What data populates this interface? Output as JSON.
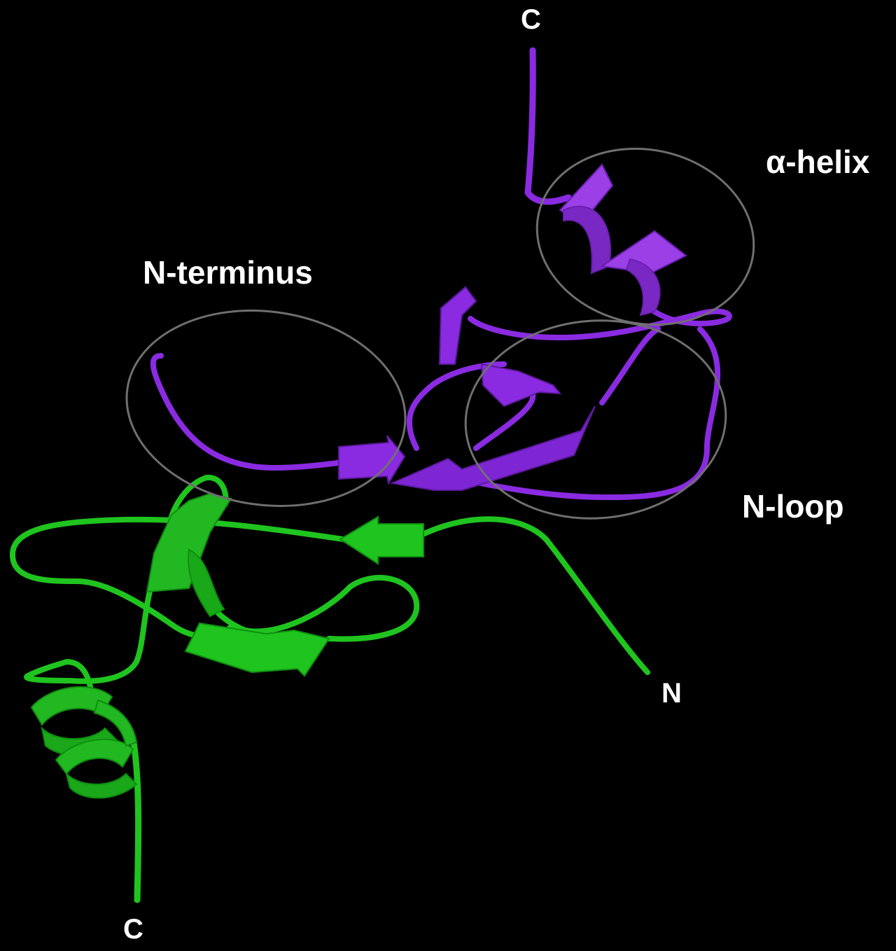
{
  "colors": {
    "background": "#000000",
    "chain_a": "#8a2be2",
    "chain_b": "#1fc41f",
    "region_outline": "#6f6f6f",
    "label": "#ffffff"
  },
  "labels": {
    "chain_a_c_terminus": "C",
    "chain_b_c_terminus": "C",
    "chain_b_n_terminus": "N",
    "region_alpha_helix": "α-helix",
    "region_n_terminus": "N-terminus",
    "region_n_loop": "N-loop"
  }
}
